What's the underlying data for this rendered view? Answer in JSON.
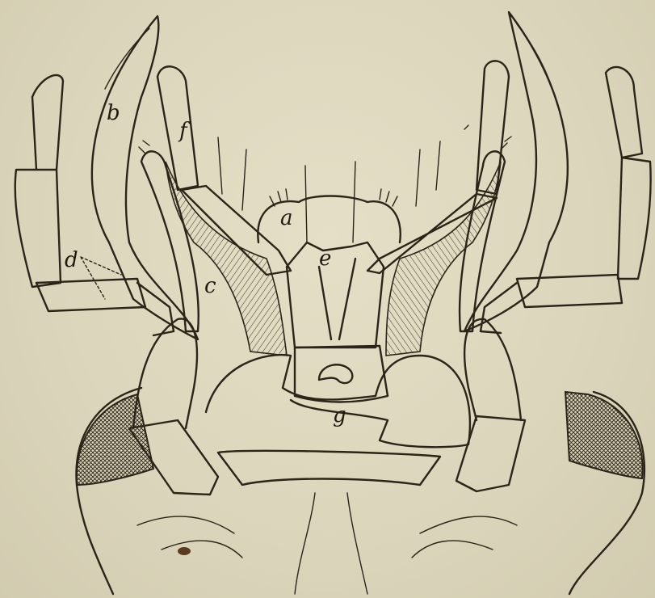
{
  "figure": {
    "labels": {
      "a": "a",
      "b": "b",
      "c": "c",
      "d": "d",
      "e": "e",
      "f": "f",
      "g": "g"
    },
    "colors": {
      "paper": "#ddd8bf",
      "ink": "#2b2418"
    }
  }
}
